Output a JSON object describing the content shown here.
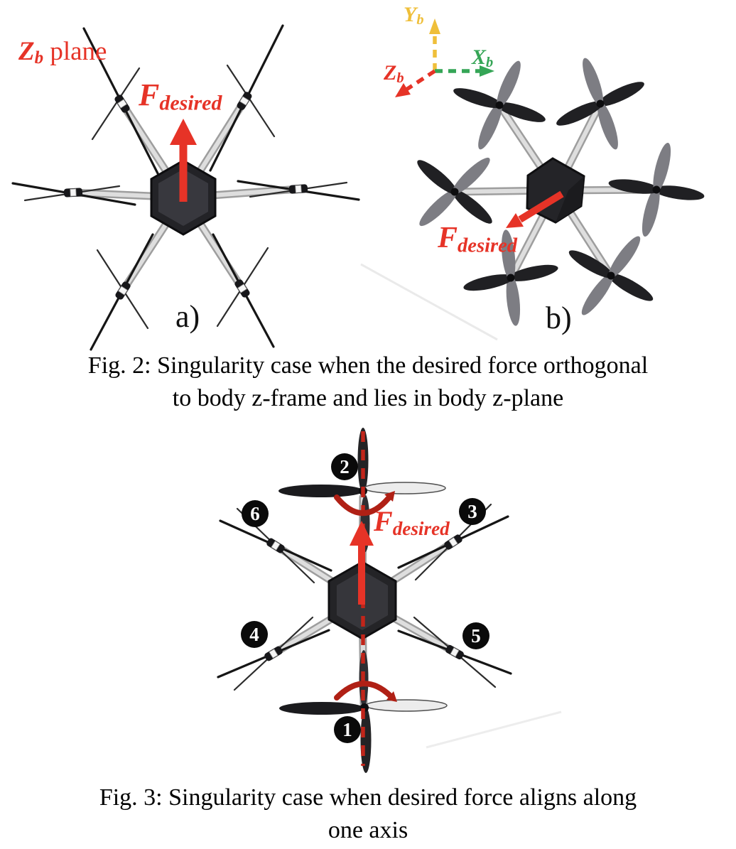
{
  "colors": {
    "force_red": "#e63327",
    "rotation_arrow_red": "#b02015",
    "dashed_axis_red": "#c1251a",
    "axis_x_green": "#35a556",
    "axis_y_yellow": "#efbf3a",
    "axis_z_red": "#e63327",
    "badge_black": "#0a0a0a",
    "body_dark": "#242428",
    "arm_gray": "#dedede"
  },
  "fig2": {
    "panel_a": {
      "tag": "a)",
      "plane_label": {
        "main": "Z",
        "sub": "b",
        "rest": " plane"
      },
      "force_label": {
        "main": "F",
        "sub": "desired"
      }
    },
    "panel_b": {
      "tag": "b)",
      "force_label": {
        "main": "F",
        "sub": "desired"
      },
      "axes": {
        "x": {
          "main": "X",
          "sub": "b"
        },
        "y": {
          "main": "Y",
          "sub": "b"
        },
        "z": {
          "main": "Z",
          "sub": "b"
        }
      }
    },
    "caption": {
      "line1": "Fig. 2: Singularity case when the desired force orthogonal",
      "line2": "to body z-frame and lies in body z-plane"
    }
  },
  "fig3": {
    "force_label": {
      "main": "F",
      "sub": "desired"
    },
    "rotor_numbers": [
      "1",
      "2",
      "3",
      "4",
      "5",
      "6"
    ],
    "caption": {
      "line1": "Fig. 3: Singularity case when desired force aligns along",
      "line2": "one axis"
    }
  }
}
